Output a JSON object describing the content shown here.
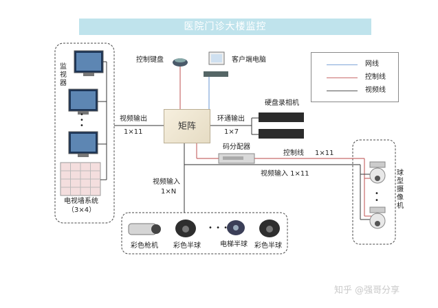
{
  "title": "医院门诊大楼监控",
  "legend": [
    {
      "label": "网线",
      "color": "#7fa5d8"
    },
    {
      "label": "控制线",
      "color": "#c86a6a"
    },
    {
      "label": "视频线",
      "color": "#555555"
    }
  ],
  "monitor_group": {
    "label_vertical": "监视器",
    "dots": "•\n•\n•",
    "wall_label": "电视墙系统",
    "wall_size": "（3×4）"
  },
  "devices": {
    "keyboard": "控制键盘",
    "client_pc": "客户端电脑",
    "matrix": "矩阵",
    "dvr": "硬盘录相机",
    "code_distributor": "码分配器",
    "dome_label_vertical": "球型摄像机"
  },
  "connections": {
    "video_out": "视频输出",
    "video_out_count": "1×11",
    "loop_out": "环通输出",
    "loop_out_count": "1×7",
    "control_line": "控制线",
    "control_line_count": "1×11",
    "video_in_right": "视频输入 1×11",
    "video_in": "视频输入",
    "video_in_count": "1×N"
  },
  "cameras": [
    {
      "label": "彩色枪机"
    },
    {
      "label": "彩色半球"
    },
    {
      "label": "电梯半球"
    },
    {
      "label": "彩色半球"
    }
  ],
  "camera_dots": "•  •  •",
  "dome_dots": "•\n•",
  "watermark": "知乎 @强哥分享"
}
